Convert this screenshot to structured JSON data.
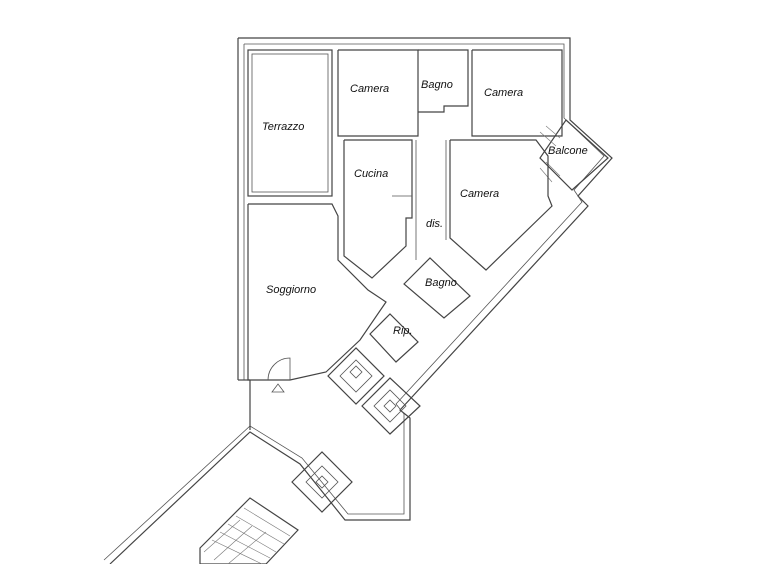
{
  "plan": {
    "rooms": {
      "terrazzo": "Terrazzo",
      "camera_1": "Camera",
      "bagno_1": "Bagno",
      "camera_2": "Camera",
      "balcone": "Balcone",
      "cucina": "Cucina",
      "camera_3": "Camera",
      "dis": "dis.",
      "soggiorno": "Soggiorno",
      "bagno_2": "Bagno",
      "rip": "Rip."
    }
  }
}
